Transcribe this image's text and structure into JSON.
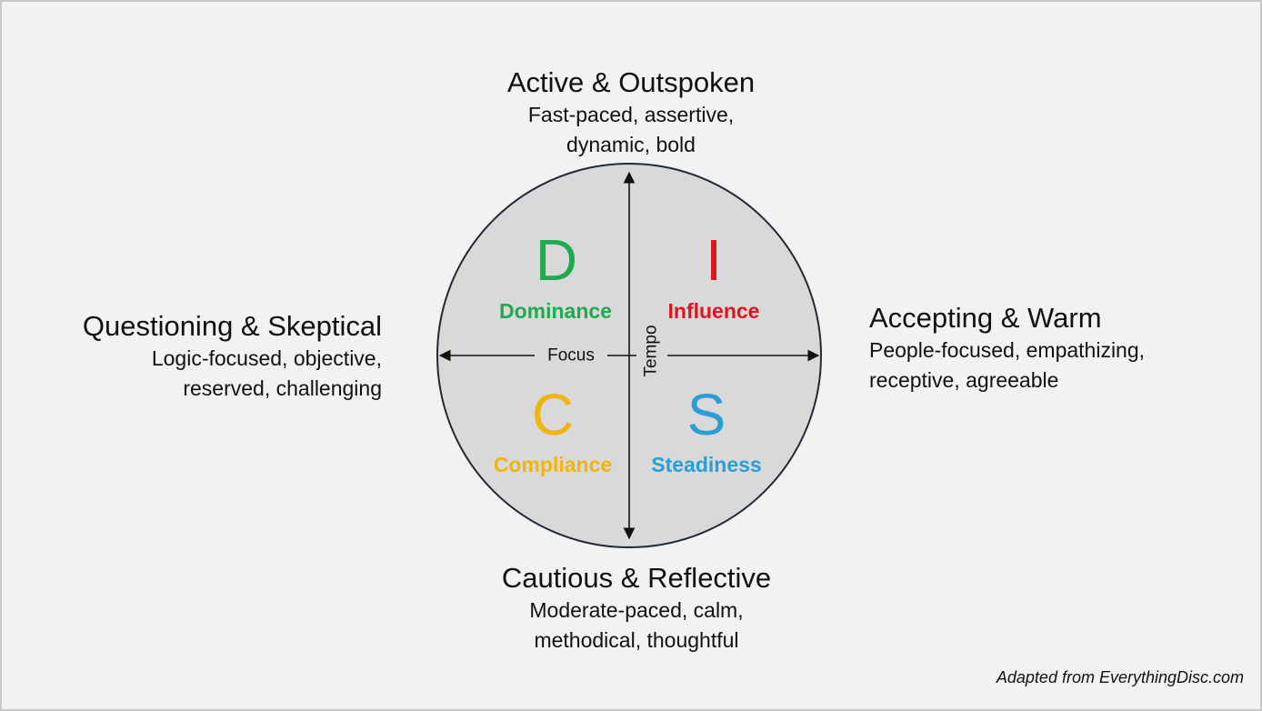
{
  "poles": {
    "top": {
      "title": "Active & Outspoken",
      "desc_1": "Fast-paced, assertive,",
      "desc_2": "dynamic, bold"
    },
    "bottom": {
      "title": "Cautious & Reflective",
      "desc_1": "Moderate-paced, calm,",
      "desc_2": "methodical, thoughtful"
    },
    "left": {
      "title": "Questioning & Skeptical",
      "desc_1": "Logic-focused, objective,",
      "desc_2": "reserved, challenging"
    },
    "right": {
      "title": "Accepting & Warm",
      "desc_1": "People-focused, empathizing,",
      "desc_2": "receptive, agreeable"
    }
  },
  "axes": {
    "horizontal": "Focus",
    "vertical": "Tempo"
  },
  "quadrants": {
    "d": {
      "letter": "D",
      "label": "Dominance",
      "color": "#1faa4d"
    },
    "i": {
      "letter": "I",
      "label": "Influence",
      "color": "#e0141e"
    },
    "c": {
      "letter": "C",
      "label": "Compliance",
      "color": "#f0b40a"
    },
    "s": {
      "letter": "S",
      "label": "Steadiness",
      "color": "#2a9ed6"
    }
  },
  "circle_fill": "#d9d9d9",
  "circle_stroke": "#1f2a36",
  "credit": "Adapted from EverythingDisc.com"
}
